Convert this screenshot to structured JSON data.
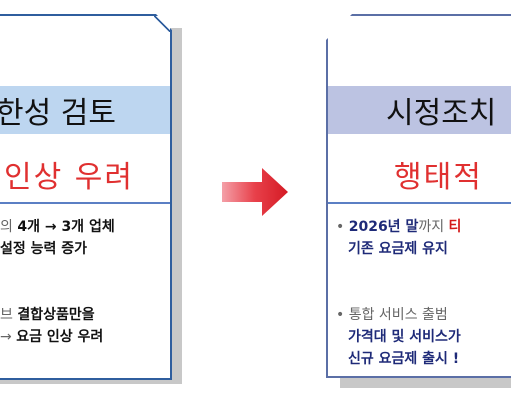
{
  "left_card": {
    "header": "한성 검토",
    "subheader": "인상 우려",
    "lines": [
      {
        "a": "의 ",
        "b": "4개 → 3개 업체"
      },
      {
        "a": "",
        "b": "설정 능력 증가"
      },
      {
        "a": "브 ",
        "b": "결합상품만을"
      },
      {
        "a": "→ ",
        "b": "요금 인상 우려"
      }
    ]
  },
  "right_card": {
    "header": "시정조치",
    "subheader": "행태적 ",
    "bullet1": {
      "bullet": "•",
      "bold1": "2026년 말",
      "normal": "까지 ",
      "red": "티",
      "line2": "기존 요금제 유지"
    },
    "bullet2": {
      "bullet": "•",
      "line1": "통합 서비스 출범 ",
      "line2": "가격대 및 서비스가",
      "line3": "신규 요금제 출시 !"
    }
  },
  "colors": {
    "accent_red": "#e03030",
    "left_header": "#bdd6f0",
    "right_header": "#bcc3e2",
    "arrow": "#e0303a"
  }
}
